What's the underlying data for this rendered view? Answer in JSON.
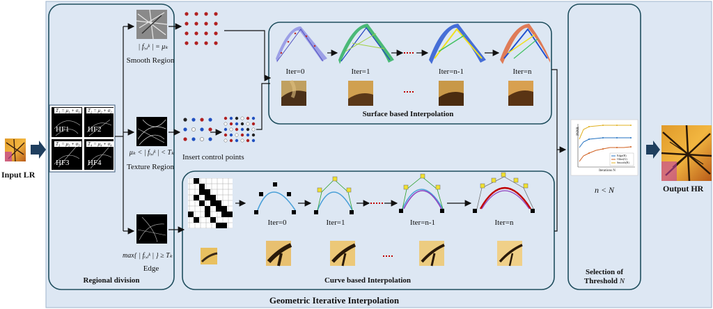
{
  "title": "Geometric Iterative Interpolation",
  "input_label": "Input LR",
  "output_label": "Output HR",
  "regional_division": {
    "title": "Regional division",
    "smooth": {
      "formula": "| fᵢ,ⱼᵏ | = μₖ",
      "label": "Smooth Region"
    },
    "texture": {
      "formula": "μₖ < | fᵢ,ⱼᵏ | < Tₖ",
      "label": "Texture Region"
    },
    "edge": {
      "formula": "max{ | fᵢ,ⱼᵏ | } ≥ Tₖ",
      "label": "Edge"
    },
    "hf_tiles": [
      {
        "name": "HF1",
        "eq": "T₁ = μ₁ + σ₁"
      },
      {
        "name": "HF2",
        "eq": "T₂ = μ₂ + σ₂"
      },
      {
        "name": "HF3",
        "eq": "T₃ = μ₃ + σ₃"
      },
      {
        "name": "HF4",
        "eq": "T₄ = μ₄ + σ₄"
      }
    ],
    "control_points_label": "Insert control points"
  },
  "surface": {
    "title": "Surface based Interpolation",
    "iters": [
      "Iter=0",
      "Iter=1",
      "Iter=n-1",
      "Iter=n"
    ],
    "ellipsis": "····"
  },
  "curve": {
    "title": "Curve based Interpolation",
    "iters": [
      "Iter=0",
      "Iter=1",
      "Iter=n-1",
      "Iter=n"
    ],
    "ellipsis": "····"
  },
  "threshold": {
    "condition": "n < N",
    "title_line1": "Selection of",
    "title_line2": "Threshold ",
    "title_var": "N",
    "mini_chart": {
      "ylabel": "PSNR",
      "xlabel": "Iterations N",
      "legend": [
        "Edge(R)",
        "Other(G)",
        "Smooth(B)"
      ]
    }
  },
  "colors": {
    "panel_bg": "#dde7f3",
    "panel_border": "#1f4e5e",
    "arrow": "#1f3f5f",
    "red_dots": "#b02020",
    "ellipsis": "#c00000"
  }
}
